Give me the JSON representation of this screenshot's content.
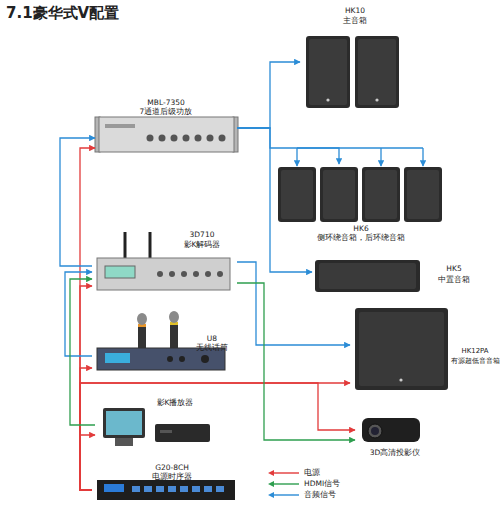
{
  "diagram": {
    "title": "7.1豪华式V配置",
    "nodes": [
      {
        "text": [
          "HK10",
          "主音箱"
        ]
      },
      {
        "text": [
          "MBL-7350",
          "7通道后级功放"
        ]
      },
      {
        "text": [
          "HK6",
          "侧环绕音箱，后环绕音箱"
        ]
      },
      {
        "text": [
          "3D710",
          "影K解码器"
        ]
      },
      {
        "text": [
          "HK5",
          "中置音箱"
        ]
      },
      {
        "text": [
          "U8",
          "无线话筒"
        ]
      },
      {
        "text": [
          "HK12PA",
          "有源超低音音箱"
        ]
      },
      {
        "text": [
          "影K播放器"
        ]
      },
      {
        "text": [
          "3D高清投影仪"
        ]
      },
      {
        "text": [
          "G20-8CH",
          "电源时序器"
        ]
      }
    ],
    "edges": [
      {
        "from": 9,
        "to": 1,
        "arrow": "to"
      },
      {
        "from": 9,
        "to": 3,
        "arrow": "to"
      },
      {
        "from": 9,
        "to": 5,
        "arrow": "to"
      },
      {
        "from": 9,
        "to": 7,
        "arrow": "to"
      },
      {
        "from": 9,
        "to": 6,
        "arrow": "to"
      },
      {
        "from": 9,
        "to": 8,
        "arrow": "to"
      },
      {
        "from": 1,
        "to": 0,
        "arrow": "to"
      },
      {
        "from": 1,
        "to": 2,
        "arrow": "to"
      },
      {
        "from": 1,
        "to": 4,
        "arrow": "to"
      },
      {
        "from": 3,
        "to": 1,
        "arrow": "to"
      },
      {
        "from": 5,
        "to": 3,
        "arrow": "to"
      },
      {
        "from": 3,
        "to": 6,
        "arrow": "to"
      },
      {
        "from": 7,
        "to": 3,
        "arrow": "to"
      },
      {
        "from": 3,
        "to": 8,
        "arrow": "to"
      }
    ],
    "legend": [
      {
        "text": "电源",
        "color": "#e23b3b"
      },
      {
        "text": "HDMI信号",
        "color": "#2e9e4f"
      },
      {
        "text": "音频信号",
        "color": "#2b8cd6"
      }
    ]
  }
}
